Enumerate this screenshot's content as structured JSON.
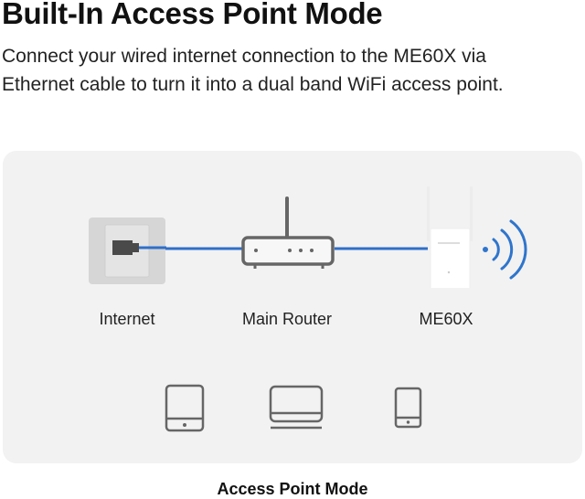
{
  "header": {
    "title": "Built-In Access Point Mode",
    "description_line1": "Connect your wired internet connection to the ME60X via",
    "description_line2": "Ethernet cable to turn it into a dual band WiFi access point."
  },
  "diagram": {
    "nodes": [
      {
        "id": "internet",
        "label": "Internet",
        "icon": "ethernet-wall-port-icon"
      },
      {
        "id": "router",
        "label": "Main Router",
        "icon": "router-icon"
      },
      {
        "id": "me60x",
        "label": "ME60X",
        "icon": "range-extender-icon"
      }
    ],
    "wireless_icon": "wifi-signal-icon",
    "client_devices": [
      {
        "icon": "tablet-icon"
      },
      {
        "icon": "laptop-icon"
      },
      {
        "icon": "smartphone-icon"
      }
    ],
    "caption": "Access Point Mode",
    "colors": {
      "cable": "#2f6fc9",
      "wifi": "#2f75cc",
      "icon_stroke": "#666666",
      "panel_bg": "#f2f2f2",
      "port_bg": "#d6d6d6"
    }
  }
}
